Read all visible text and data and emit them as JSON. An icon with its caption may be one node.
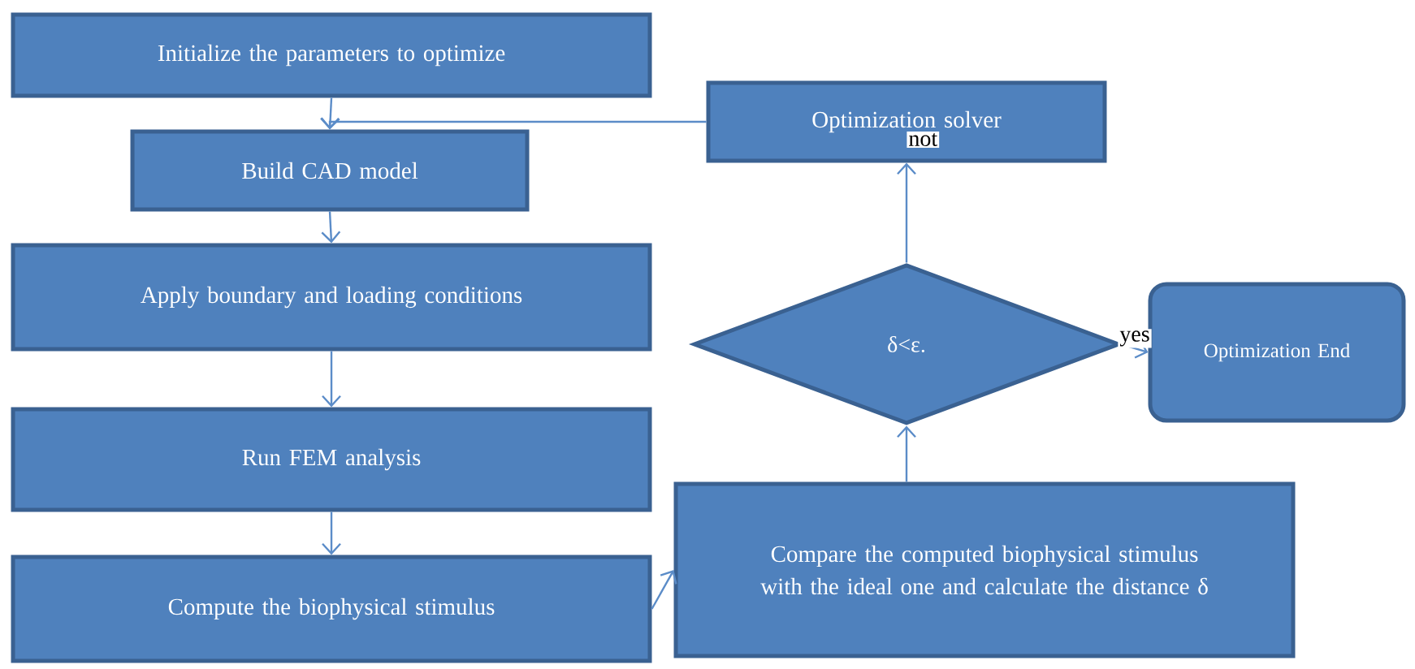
{
  "diagram": {
    "nodes": [
      {
        "text": [
          "Initialize the parameters to  optimize"
        ]
      },
      {
        "text": [
          "Optimization solver"
        ]
      },
      {
        "text": [
          "Build CAD model"
        ]
      },
      {
        "text": [
          "Apply boundary and loading conditions"
        ]
      },
      {
        "text": [
          "Run FEM analysis"
        ]
      },
      {
        "text": [
          "Compute the biophysical stimulus"
        ]
      },
      {
        "text": [
          "δ<ε."
        ]
      },
      {
        "text": [
          "Optimization End"
        ]
      },
      {
        "text": [
          "Compare the computed biophysical stimulus with the ideal one and calculate the distance δ"
        ]
      }
    ],
    "edges": [
      {
        "from": 0,
        "to": 2,
        "arrow": "to"
      },
      {
        "from": 1,
        "to": 2,
        "arrow": "to"
      },
      {
        "from": 2,
        "to": 3,
        "arrow": "to"
      },
      {
        "from": 3,
        "to": 4,
        "arrow": "to"
      },
      {
        "from": 4,
        "to": 5,
        "arrow": "to"
      },
      {
        "from": 5,
        "to": 8,
        "arrow": "to"
      },
      {
        "from": 8,
        "to": 6,
        "arrow": "to"
      },
      {
        "from": 6,
        "to": 1,
        "arrow": "to",
        "label": "not"
      },
      {
        "from": 6,
        "to": 7,
        "arrow": "to",
        "label": "yes"
      }
    ]
  }
}
